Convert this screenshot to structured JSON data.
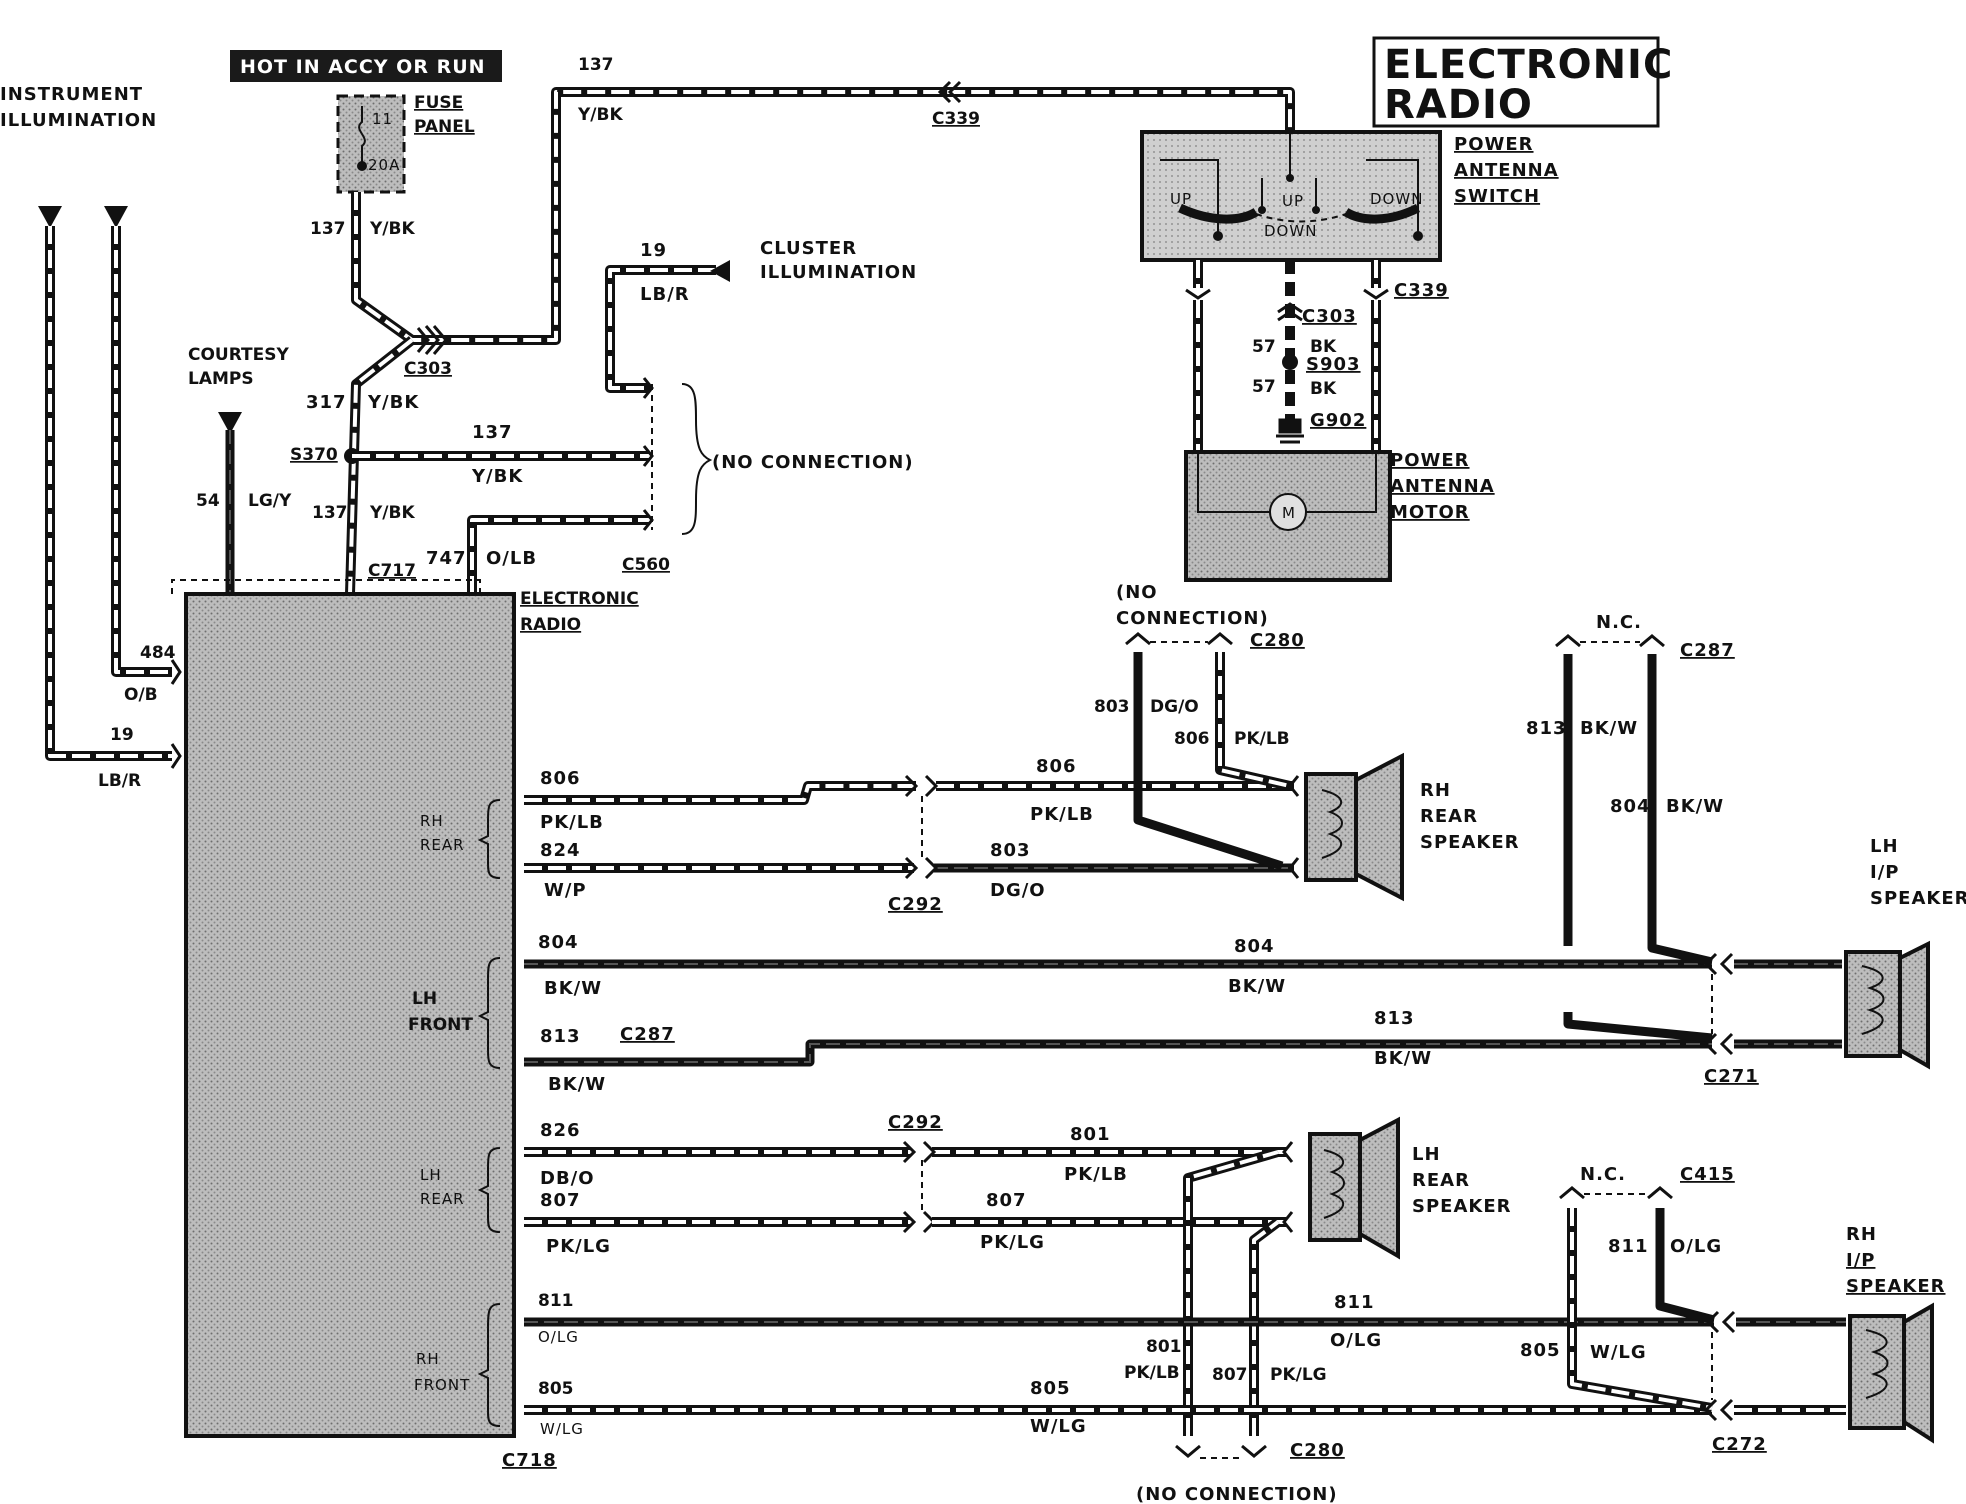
{
  "title": {
    "line1": "ELECTRONIC",
    "line2": "RADIO"
  },
  "banner": "HOT IN ACCY OR RUN",
  "labels": {
    "instrument_illumination_1": "INSTRUMENT",
    "instrument_illumination_2": "ILLUMINATION",
    "fuse_panel_1": "FUSE",
    "fuse_panel_2": "PANEL",
    "fuse_num": "11",
    "fuse_amp": "20A",
    "cluster_illumination_1": "CLUSTER",
    "cluster_illumination_2": "ILLUMINATION",
    "courtesy_lamps_1": "COURTESY",
    "courtesy_lamps_2": "LAMPS",
    "no_connection": "(NO CONNECTION)",
    "no_connection_a": "(NO",
    "no_connection_b": "CONNECTION)",
    "nc": "N.C.",
    "electronic_radio_1": "ELECTRONIC",
    "electronic_radio_2": "RADIO",
    "power_antenna_switch_1": "POWER",
    "power_antenna_switch_2": "ANTENNA",
    "power_antenna_switch_3": "SWITCH",
    "power_antenna_motor_1": "POWER",
    "power_antenna_motor_2": "ANTENNA",
    "power_antenna_motor_3": "MOTOR",
    "up": "UP",
    "down": "DOWN",
    "motor": "M",
    "rh_rear": [
      "RH",
      "REAR"
    ],
    "lh_front": [
      "LH",
      "FRONT"
    ],
    "lh_rear": [
      "LH",
      "REAR"
    ],
    "rh_front": [
      "RH",
      "FRONT"
    ],
    "rh_rear_speaker": [
      "RH",
      "REAR",
      "SPEAKER"
    ],
    "lh_ip_speaker": [
      "LH",
      "I/P",
      "SPEAKER"
    ],
    "lh_rear_speaker": [
      "LH",
      "REAR",
      "SPEAKER"
    ],
    "rh_ip_speaker": [
      "RH",
      "I/P",
      "SPEAKER"
    ]
  },
  "connectors": {
    "c303": "C303",
    "c339": "C339",
    "c717": "C717",
    "c560": "C560",
    "s370": "S370",
    "s903": "S903",
    "g902": "G902",
    "c280": "C280",
    "c287": "C287",
    "c292": "C292",
    "c271": "C271",
    "c415": "C415",
    "c272": "C272",
    "c718": "C718"
  },
  "circuits": {
    "n137": "137",
    "ybk": "Y/BK",
    "n19": "19",
    "lbr": "LB/R",
    "n317": "317",
    "n54": "54",
    "lgy": "LG/Y",
    "n747": "747",
    "olb": "O/LB",
    "n484": "484",
    "ob": "O/B",
    "n57": "57",
    "bk": "BK",
    "n806": "806",
    "pklb": "PK/LB",
    "n824": "824",
    "wp": "W/P",
    "n803": "803",
    "dgo": "DG/O",
    "n804": "804",
    "bkw": "BK/W",
    "n813": "813",
    "n826": "826",
    "dbo": "DB/O",
    "n801": "801",
    "n807": "807",
    "pklg": "PK/LG",
    "n811": "811",
    "olg": "O/LG",
    "n805": "805",
    "wlg": "W/LG"
  }
}
